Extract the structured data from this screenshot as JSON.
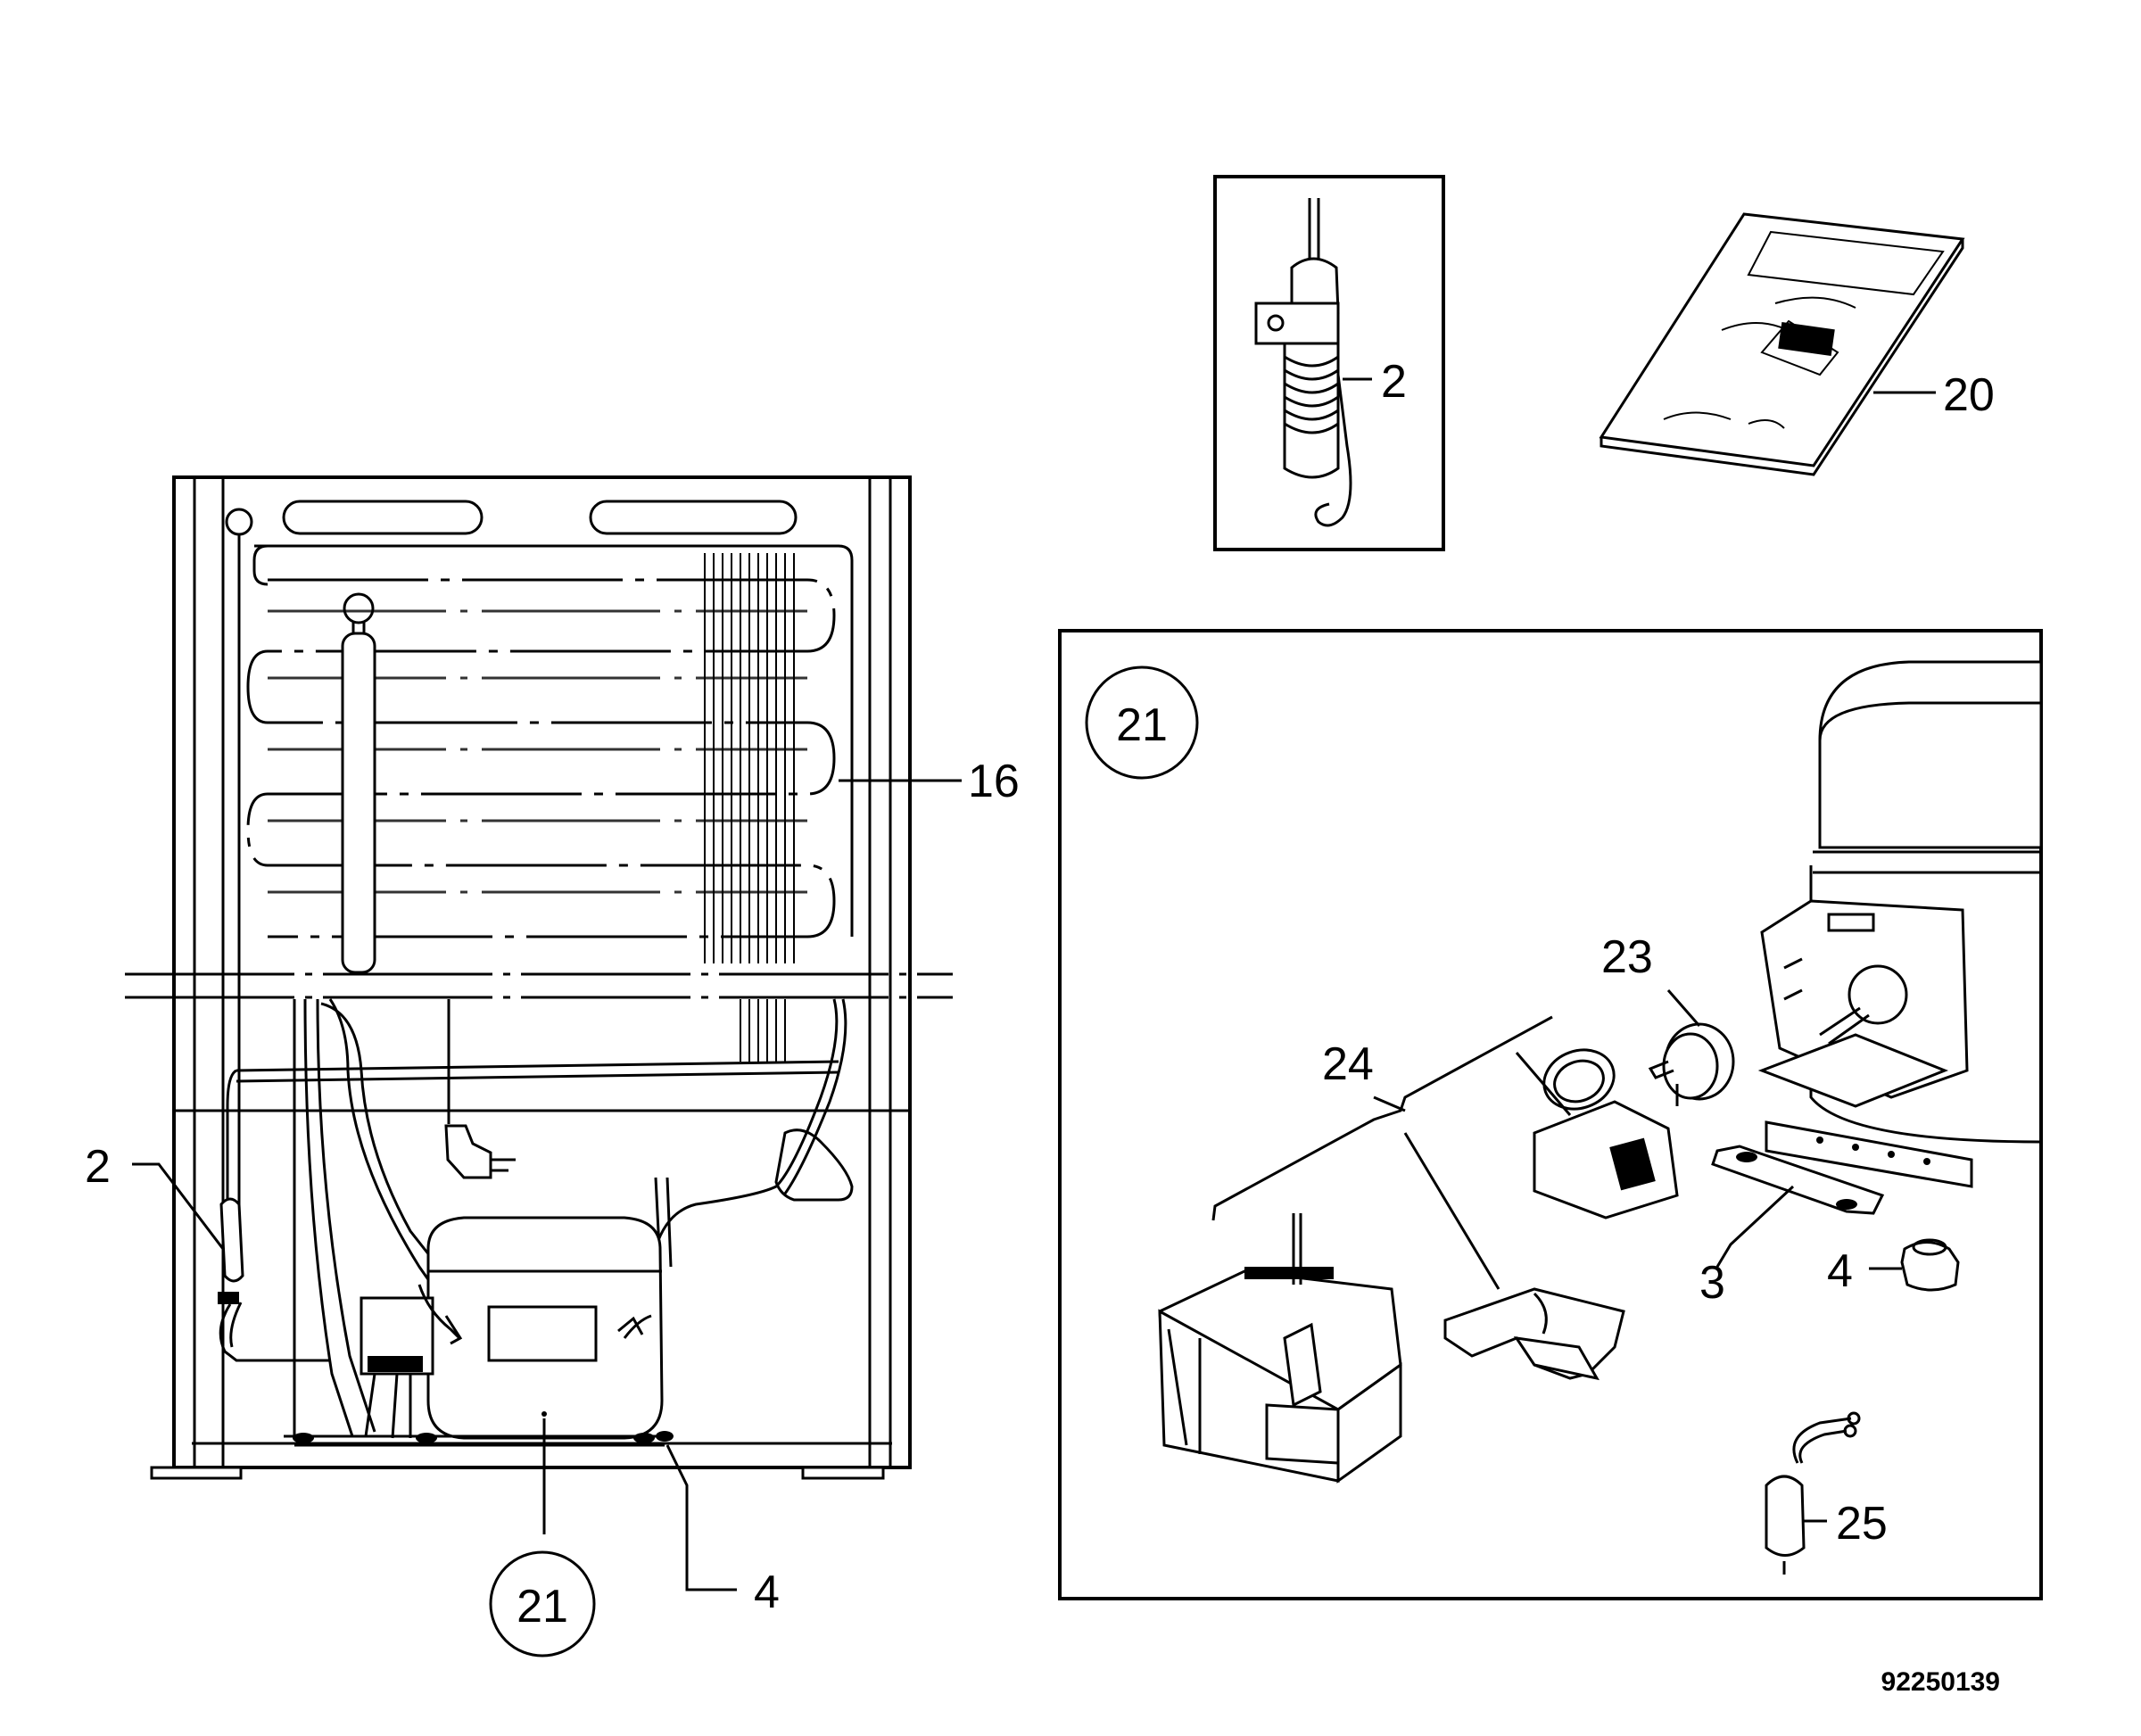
{
  "drawing_number": "92250139",
  "callouts": {
    "evaporator": "16",
    "thermostat_left": "2",
    "compressor_circle_left": "21",
    "fixing_left": "4",
    "thermostat_detail": "2",
    "manual": "20",
    "compressor_circle_detail": "21",
    "relay_kit": "24",
    "thermal_protector": "23",
    "clip": "3",
    "grommet": "4",
    "capacitor": "25"
  }
}
